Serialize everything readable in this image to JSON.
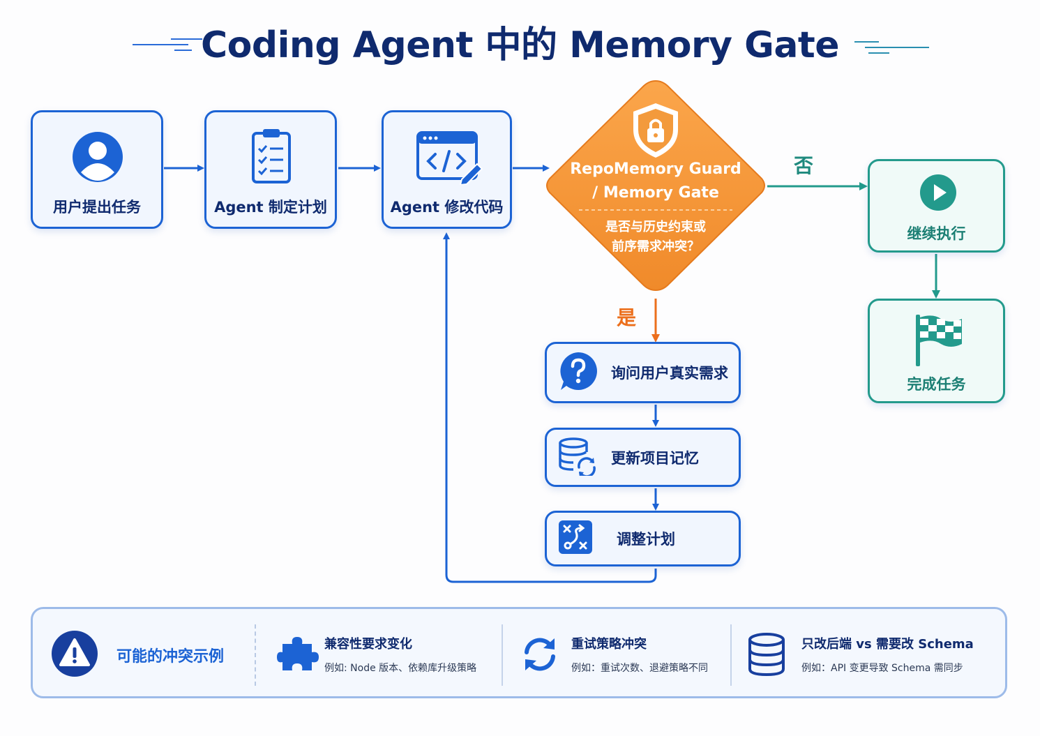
{
  "title": "Coding Agent 中的 Memory Gate",
  "flow": {
    "user_task": "用户提出任务",
    "agent_plan": "Agent 制定计划",
    "agent_code": "Agent 修改代码",
    "gate_title_line1": "RepoMemory Guard",
    "gate_title_line2": "/ Memory Gate",
    "gate_question_line1": "是否与历史约束或",
    "gate_question_line2": "前序需求冲突？",
    "no_label": "否",
    "yes_label": "是",
    "continue": "继续执行",
    "complete": "完成任务",
    "ask_user": "询问用户真实需求",
    "update_memory": "更新项目记忆",
    "adjust_plan": "调整计划"
  },
  "legend": {
    "title": "可能的冲突示例",
    "items": [
      {
        "heading": "兼容性要求变化",
        "example": "例如: Node 版本、依赖库升级策略"
      },
      {
        "heading": "重试策略冲突",
        "example": "例如：重试次数、退避策略不同"
      },
      {
        "heading": "只改后端 vs 需要改 Schema",
        "example": "例如：API 变更导致 Schema 需同步"
      }
    ]
  },
  "colors": {
    "blue": "#1c63d4",
    "navy": "#0f2a6e",
    "orange": "#f39a3c",
    "teal": "#239a8c"
  }
}
